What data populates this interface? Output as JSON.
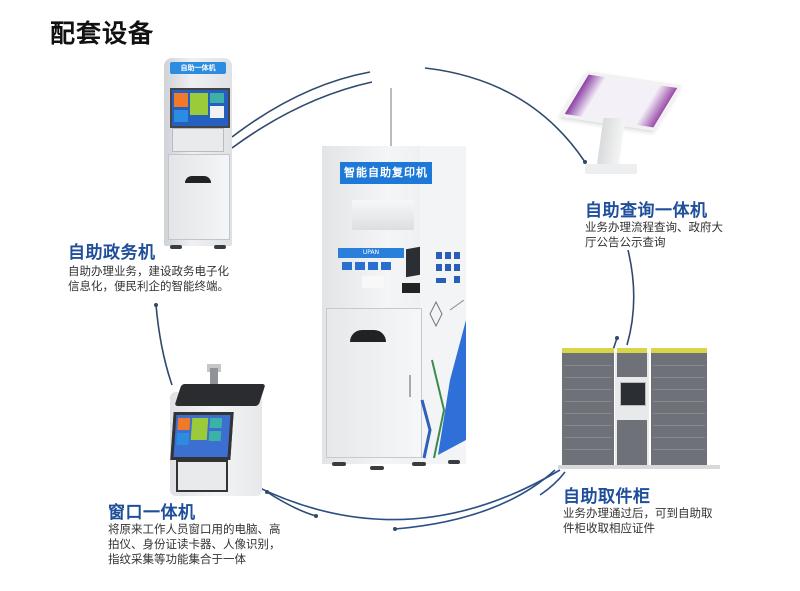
{
  "page": {
    "title": "配套设备"
  },
  "center_device": {
    "sign_label": "智能自助复印机",
    "panel_label": "UPAN"
  },
  "devices": [
    {
      "id": "gov-affairs",
      "title": "自助政务机",
      "description_lines": [
        "自助办理业务，建设政务电子化",
        "信息化，便民利企的智能终端。"
      ],
      "sign_label": "自助一体机"
    },
    {
      "id": "query",
      "title": "自助查询一体机",
      "description_lines": [
        "业务办理流程查询、政府大",
        "厅公告公示查询"
      ]
    },
    {
      "id": "locker",
      "title": "自助取件柜",
      "description_lines": [
        "业务办理通过后，可到自助取",
        "件柜收取相应证件"
      ]
    },
    {
      "id": "window",
      "title": "窗口一体机",
      "description_lines": [
        "将原来工作人员窗口用的电脑、高",
        "拍仪、身份证读卡器、人像识别，",
        "指纹采集等功能集合于一体"
      ]
    }
  ],
  "colors": {
    "title_blue": "#1f4e9a",
    "arc_line": "#2f4a6b",
    "sign_blue": "#1e78d8",
    "locker_grey": "#6e7278",
    "locker_header": "#d9d54a",
    "accent_blue": "#2a6fd0",
    "accent_green": "#3d8a4a"
  }
}
